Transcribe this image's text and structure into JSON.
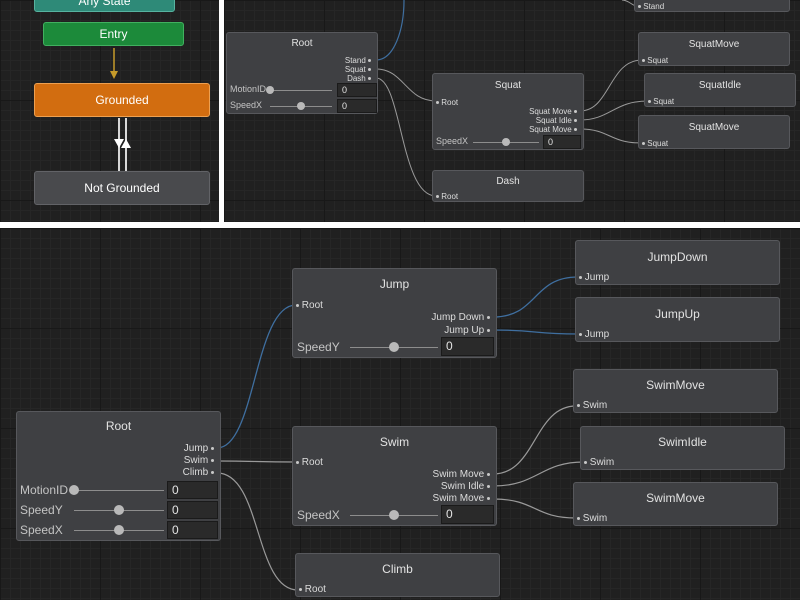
{
  "left_panel": {
    "any_state": "Any State",
    "entry": "Entry",
    "grounded": "Grounded",
    "not_grounded": "Not Grounded"
  },
  "right_panel": {
    "root": {
      "title": "Root",
      "outputs": [
        "Stand",
        "Squat",
        "Dash"
      ],
      "params": [
        {
          "label": "MotionID",
          "value": "0",
          "fraction": 0.0
        },
        {
          "label": "SpeedX",
          "value": "0",
          "fraction": 0.5
        }
      ]
    },
    "squat": {
      "title": "Squat",
      "input": "Root",
      "outputs": [
        "Squat Move",
        "Squat Idle",
        "Squat Move"
      ],
      "param": {
        "label": "SpeedX",
        "value": "0",
        "fraction": 0.5
      }
    },
    "dash": {
      "title": "Dash",
      "input": "Root"
    },
    "stand_stub": {
      "input": "Stand"
    },
    "squat_move_a": {
      "title": "SquatMove",
      "input": "Squat"
    },
    "squat_idle": {
      "title": "SquatIdle",
      "input": "Squat"
    },
    "squat_move_b": {
      "title": "SquatMove",
      "input": "Squat"
    }
  },
  "bottom_panel": {
    "root": {
      "title": "Root",
      "outputs": [
        "Jump",
        "Swim",
        "Climb"
      ],
      "params": [
        {
          "label": "MotionID",
          "value": "0",
          "fraction": 0.0
        },
        {
          "label": "SpeedY",
          "value": "0",
          "fraction": 0.5
        },
        {
          "label": "SpeedX",
          "value": "0",
          "fraction": 0.5
        }
      ]
    },
    "jump": {
      "title": "Jump",
      "input": "Root",
      "outputs": [
        "Jump Down",
        "Jump Up"
      ],
      "param": {
        "label": "SpeedY",
        "value": "0",
        "fraction": 0.5
      }
    },
    "swim": {
      "title": "Swim",
      "input": "Root",
      "outputs": [
        "Swim Move",
        "Swim Idle",
        "Swim Move"
      ],
      "param": {
        "label": "SpeedX",
        "value": "0",
        "fraction": 0.5
      }
    },
    "climb": {
      "title": "Climb",
      "input": "Root"
    },
    "jump_down": {
      "title": "JumpDown",
      "input": "Jump"
    },
    "jump_up": {
      "title": "JumpUp",
      "input": "Jump"
    },
    "swim_move_a": {
      "title": "SwimMove",
      "input": "Swim"
    },
    "swim_idle": {
      "title": "SwimIdle",
      "input": "Swim"
    },
    "swim_move_b": {
      "title": "SwimMove",
      "input": "Swim"
    }
  },
  "colors": {
    "wire": "#9a9a9a",
    "wire_active": "#3f6fa0",
    "transition_arrow": "#d9d9d9",
    "entry_arrow": "#c59a2a"
  }
}
